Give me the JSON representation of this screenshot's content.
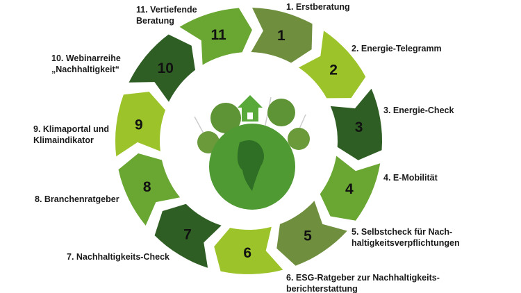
{
  "steps": [
    {
      "number": "1",
      "label": "1. Erstberatung",
      "color": "#6f8f3e"
    },
    {
      "number": "2",
      "label": "2. Energie-Telegramm",
      "color": "#9cc42a"
    },
    {
      "number": "3",
      "label": "3. Energie-Check",
      "color": "#2f5e24"
    },
    {
      "number": "4",
      "label": "4. E-Mobilität",
      "color": "#6aa632"
    },
    {
      "number": "5",
      "label": "5. Selbstcheck für Nach-\nhaltigkeitsverpflichtungen",
      "color": "#6f8f3e"
    },
    {
      "number": "6",
      "label": "6. ESG-Ratgeber zur Nachhaltigkeits-\nberichterstattung",
      "color": "#9cc42a"
    },
    {
      "number": "7",
      "label": "7. Nachhaltigkeits-Check",
      "color": "#2f5e24"
    },
    {
      "number": "8",
      "label": "8. Branchenratgeber",
      "color": "#6aa632"
    },
    {
      "number": "9",
      "label": "9. Klimaportal und\nKlimaindikator",
      "color": "#9cc42a"
    },
    {
      "number": "10",
      "label": "10. Webinarreihe\n„Nachhaltigkeit“",
      "color": "#2f5e24"
    },
    {
      "number": "11",
      "label": "11. Vertiefende\nBeratung",
      "color": "#6aa632"
    }
  ],
  "center_image": {
    "icon": "globe-with-trees-house-windmills-icon"
  }
}
